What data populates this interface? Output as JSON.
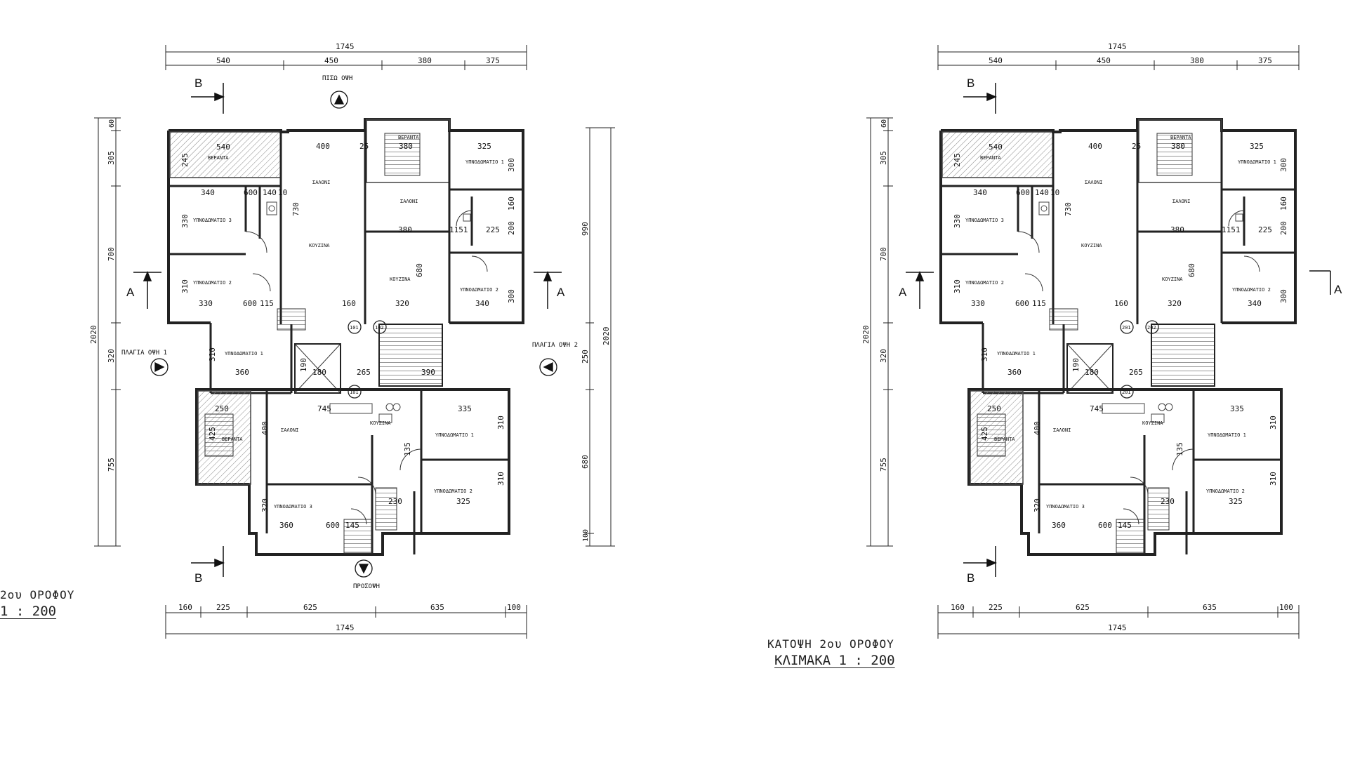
{
  "sheet": {
    "plans": [
      {
        "id": "left",
        "dims": {
          "top_total": "1745",
          "top_segments": [
            "540",
            "450",
            "380",
            "375"
          ],
          "bottom_total": "1745",
          "bottom_segments": [
            "160",
            "225",
            "625",
            "635",
            "100"
          ],
          "left_total": "2020",
          "left_segments": [
            "60",
            "305",
            "700",
            "320",
            "755"
          ],
          "right_total": "2020",
          "right_segments": [
            "990",
            "250",
            "680",
            "100"
          ]
        },
        "markers": {
          "section_a_left": "A",
          "section_a_right": "A",
          "section_b_top": "B",
          "section_b_bottom": "B",
          "rear_elevation": "ΠΙΣΩ ΟΨΗ",
          "side_elevation_1": "ΠΛΑΓΙΑ ΟΨΗ 1",
          "side_elevation_2": "ΠΛΑΓΙΑ ΟΨΗ 2",
          "front_elevation": "ΠΡΟΣΟΨΗ"
        },
        "rooms": {
          "veranda_tl": "ΒΕΡΑΝΤΑ",
          "veranda_tc": "ΒΕΡΑΝΤΑ",
          "veranda_bl": "ΒΕΡΑΝΤΑ",
          "bedroom1_tr": "ΥΠΝΟΔΩΜΑΤΙΟ 1",
          "bedroom3_tl": "ΥΠΝΟΔΩΜΑΤΙΟ 3",
          "bedroom2_tl": "ΥΠΝΟΔΩΜΑΤΙΟ 2",
          "salon_t1": "ΣΑΛΟΝΙ",
          "salon_t2": "ΣΑΛΟΝΙ",
          "kitchen_t1": "ΚΟΥΖΙΝΑ",
          "kitchen_t2": "ΚΟΥΖΙΝΑ",
          "bedroom2_tr": "ΥΠΝΟΔΩΜΑΤΙΟ 2",
          "bedroom1_ml": "ΥΠΝΟΔΩΜΑΤΙΟ 1",
          "salon_b": "ΣΑΛΟΝΙ",
          "kitchen_b": "ΚΟΥΖΙΝΑ",
          "bedroom1_br": "ΥΠΝΟΔΩΜΑΤΙΟ 1",
          "bedroom2_br": "ΥΠΝΟΔΩΜΑΤΙΟ 2",
          "bedroom3_bl": "ΥΠΝΟΔΩΜΑΤΙΟ 3"
        },
        "inner_dims": {
          "d540": "540",
          "d245": "245",
          "d340": "340",
          "d600": "600",
          "d140": "140",
          "d10a": "10",
          "d400t": "400",
          "d25a": "25",
          "d380t": "380",
          "d325t": "325",
          "d300a": "300",
          "d330a": "330",
          "d730": "730",
          "d380m": "380",
          "d1151": "1151",
          "d225": "225",
          "d200": "200",
          "d160a": "160",
          "d680": "680",
          "d310a": "310",
          "d330b": "330",
          "d600b": "600",
          "d115": "115",
          "d160b": "160",
          "d320a": "320",
          "d340b": "340",
          "d300b": "300",
          "d310b": "310",
          "d360a": "360",
          "d190": "190",
          "d180": "180",
          "d265": "265",
          "d390": "390",
          "d250": "250",
          "d745": "745",
          "d335": "335",
          "d425": "425",
          "d400b": "400",
          "d310c": "310",
          "d135": "135",
          "d310d": "310",
          "d320b": "320",
          "d230": "230",
          "d325b": "325",
          "d360b": "360",
          "d600c": "600",
          "d145": "145",
          "door_a": "101",
          "door_b": "102",
          "door_c": "101"
        }
      },
      {
        "id": "right",
        "dims": {
          "top_total": "1745",
          "top_segments": [
            "540",
            "450",
            "380",
            "375"
          ],
          "bottom_total": "1745",
          "bottom_segments": [
            "160",
            "225",
            "625",
            "635",
            "100"
          ],
          "left_total": "2020",
          "left_segments": [
            "60",
            "305",
            "700",
            "320",
            "755"
          ],
          "right_total": "",
          "right_segments": []
        },
        "markers": {
          "section_a_left": "A",
          "section_a_right": "A",
          "section_b_top": "B",
          "section_b_bottom": "B",
          "rear_elevation": "",
          "side_elevation_1": "",
          "side_elevation_2": "",
          "front_elevation": ""
        },
        "rooms": {
          "veranda_tl": "ΒΕΡΑΝΤΑ",
          "veranda_tc": "ΒΕΡΑΝΤΑ",
          "veranda_bl": "ΒΕΡΑΝΤΑ",
          "bedroom1_tr": "ΥΠΝΟΔΩΜΑΤΙΟ 1",
          "bedroom3_tl": "ΥΠΝΟΔΩΜΑΤΙΟ 3",
          "bedroom2_tl": "ΥΠΝΟΔΩΜΑΤΙΟ 2",
          "salon_t1": "ΣΑΛΟΝΙ",
          "salon_t2": "ΣΑΛΟΝΙ",
          "kitchen_t1": "ΚΟΥΖΙΝΑ",
          "kitchen_t2": "ΚΟΥΖΙΝΑ",
          "bedroom2_tr": "ΥΠΝΟΔΩΜΑΤΙΟ 2",
          "bedroom1_ml": "ΥΠΝΟΔΩΜΑΤΙΟ 1",
          "salon_b": "ΣΑΛΟΝΙ",
          "kitchen_b": "ΚΟΥΖΙΝΑ",
          "bedroom1_br": "ΥΠΝΟΔΩΜΑΤΙΟ 1",
          "bedroom2_br": "ΥΠΝΟΔΩΜΑΤΙΟ 2",
          "bedroom3_bl": "ΥΠΝΟΔΩΜΑΤΙΟ 3"
        },
        "inner_dims": {
          "d540": "540",
          "d245": "245",
          "d340": "340",
          "d600": "600",
          "d140": "140",
          "d10a": "10",
          "d400t": "400",
          "d25a": "25",
          "d380t": "380",
          "d325t": "325",
          "d300a": "300",
          "d330a": "330",
          "d730": "730",
          "d380m": "380",
          "d1151": "1151",
          "d225": "225",
          "d200": "200",
          "d160a": "160",
          "d680": "680",
          "d310a": "310",
          "d330b": "330",
          "d600b": "600",
          "d115": "115",
          "d160b": "160",
          "d320a": "320",
          "d340b": "340",
          "d300b": "300",
          "d310b": "310",
          "d360a": "360",
          "d190": "190",
          "d180": "180",
          "d265": "265",
          "d390": "",
          "d250": "250",
          "d745": "745",
          "d335": "335",
          "d425": "425",
          "d400b": "400",
          "d310c": "310",
          "d135": "135",
          "d310d": "310",
          "d320b": "320",
          "d230": "230",
          "d325b": "325",
          "d360b": "360",
          "d600c": "600",
          "d145": "145",
          "door_a": "201",
          "door_b": "202",
          "door_c": "201"
        }
      }
    ],
    "left_caption": {
      "title": "2ου ΟΡΟΦΟΥ",
      "scale": "1 : 200"
    },
    "right_caption": {
      "title": "ΚΑΤΟΨΗ   2ου ΟΡΟΦΟΥ",
      "scale": "ΚΛΙΜΑΚΑ 1 : 200"
    },
    "colors": {
      "ink": "#1a1a1a",
      "wall": "#2a2a2a",
      "hatch": "#7a7a7a",
      "paper": "#ffffff"
    }
  }
}
